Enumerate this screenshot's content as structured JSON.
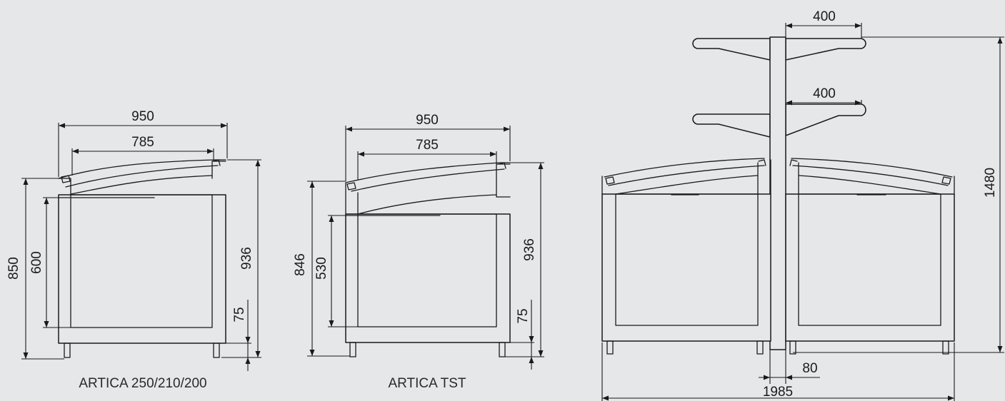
{
  "models": {
    "artica_250": {
      "caption": "ARTICA 250/210/200",
      "dim_width": "950",
      "dim_inner_width": "785",
      "dim_height": "850",
      "dim_inner_height": "600",
      "dim_total_height": "936",
      "dim_base": "75"
    },
    "artica_tst": {
      "caption": "ARTICA TST",
      "dim_width": "950",
      "dim_inner_width": "785",
      "dim_height": "846",
      "dim_inner_height": "530",
      "dim_total_height": "936",
      "dim_base": "75"
    },
    "island": {
      "dim_shelf_top": "400",
      "dim_shelf_mid": "400",
      "dim_total_height": "1480",
      "dim_post": "80",
      "dim_total_width": "1985"
    }
  }
}
